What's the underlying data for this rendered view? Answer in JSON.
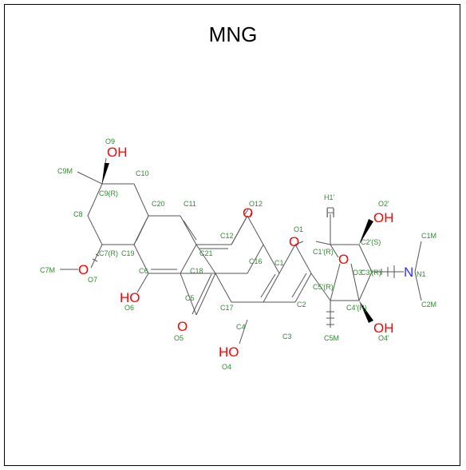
{
  "title": "MNG",
  "colors": {
    "bond": "#555555",
    "label": "#2e8b2e",
    "oxygen": "#ff0000",
    "nitrogen": "#3030ff",
    "hydrogen": "#808080"
  },
  "labels": {
    "O9": "O9",
    "C9M": "C9M",
    "C9": "C9(R)",
    "C10": "C10",
    "C8": "C8",
    "C20": "C20",
    "C11": "C11",
    "O12": "O12",
    "C12": "C12",
    "H1p": "H1'",
    "O2p": "O2'",
    "O1": "O1",
    "C1p": "C1'(R)",
    "C2p": "C2'(S)",
    "C1M": "C1M",
    "O3p": "O3'",
    "C3p": "C3'(R)",
    "N1": "N1",
    "C7": "C7(R)",
    "C19": "C19",
    "C21": "C21",
    "C16": "C16",
    "C1": "C1",
    "C7M": "C7M",
    "O7": "O7",
    "C6": "C6",
    "C18": "C18",
    "C5p": "C5'(R)",
    "C4p": "C4'(R)",
    "C2M": "C2M",
    "O6": "O6",
    "C5": "C5",
    "C17": "C17",
    "C2": "C2",
    "C4": "C4",
    "O5": "O5",
    "C3": "C3",
    "C5M": "C5M",
    "O4p": "O4'",
    "O4": "O4"
  },
  "atoms": {
    "OH9": "OH",
    "O7": "O",
    "OH6": "HO",
    "O5": "O",
    "OH4": "HO",
    "O12": "O",
    "O1": "O",
    "O3p": "O",
    "OH2p": "OH",
    "OH4p": "OH",
    "N1": "N",
    "H1p": "H"
  }
}
